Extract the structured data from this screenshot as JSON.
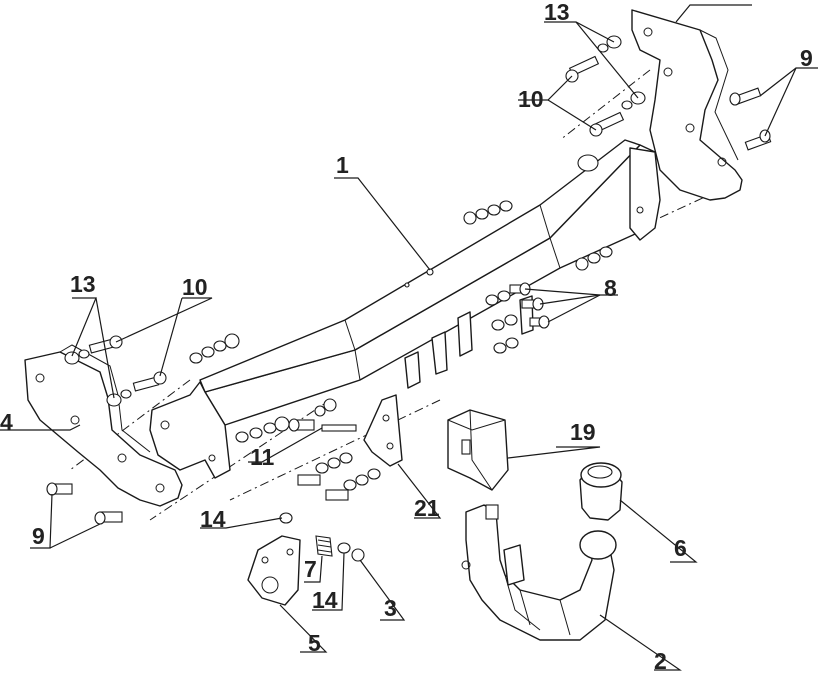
{
  "diagram": {
    "callouts": {
      "c1": "1",
      "c2": "2",
      "c3": "3",
      "c4": "4",
      "c5": "5",
      "c6": "6",
      "c7": "7",
      "c8": "8",
      "c9_right": "9",
      "c9_left": "9",
      "c10_top": "10",
      "c10_left": "10",
      "c11": "11",
      "c13_top": "13",
      "c13_left": "13",
      "c14_upper": "14",
      "c14_lower": "14",
      "c19": "19",
      "c21": "21"
    }
  }
}
